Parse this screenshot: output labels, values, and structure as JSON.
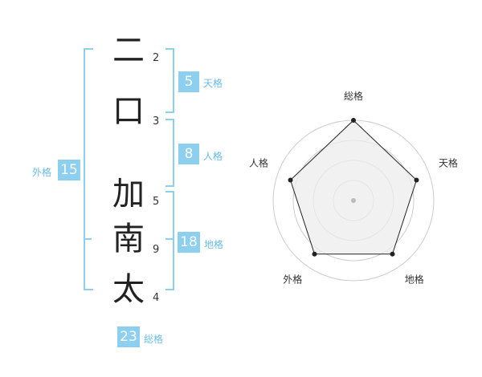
{
  "name_chars": [
    {
      "char": "二",
      "strokes": "2"
    },
    {
      "char": "口",
      "strokes": "3"
    },
    {
      "char": "加",
      "strokes": "5"
    },
    {
      "char": "南",
      "strokes": "9"
    },
    {
      "char": "太",
      "strokes": "4"
    }
  ],
  "kakusu": {
    "tenkaku": {
      "value": "5",
      "label": "天格"
    },
    "jinkaku": {
      "value": "8",
      "label": "人格"
    },
    "chikaku": {
      "value": "18",
      "label": "地格"
    },
    "gaikaku": {
      "value": "15",
      "label": "外格"
    },
    "soukaku": {
      "value": "23",
      "label": "総格"
    }
  },
  "radar": {
    "axes": [
      "総格",
      "天格",
      "地格",
      "外格",
      "人格"
    ],
    "levels": 4,
    "values": [
      4,
      3.3,
      3.3,
      3.3,
      3.3
    ],
    "max": 4,
    "colors": {
      "fill": "#ececec",
      "line": "#222222",
      "grid": "#cccccc",
      "center": "#bbbbbb"
    }
  }
}
